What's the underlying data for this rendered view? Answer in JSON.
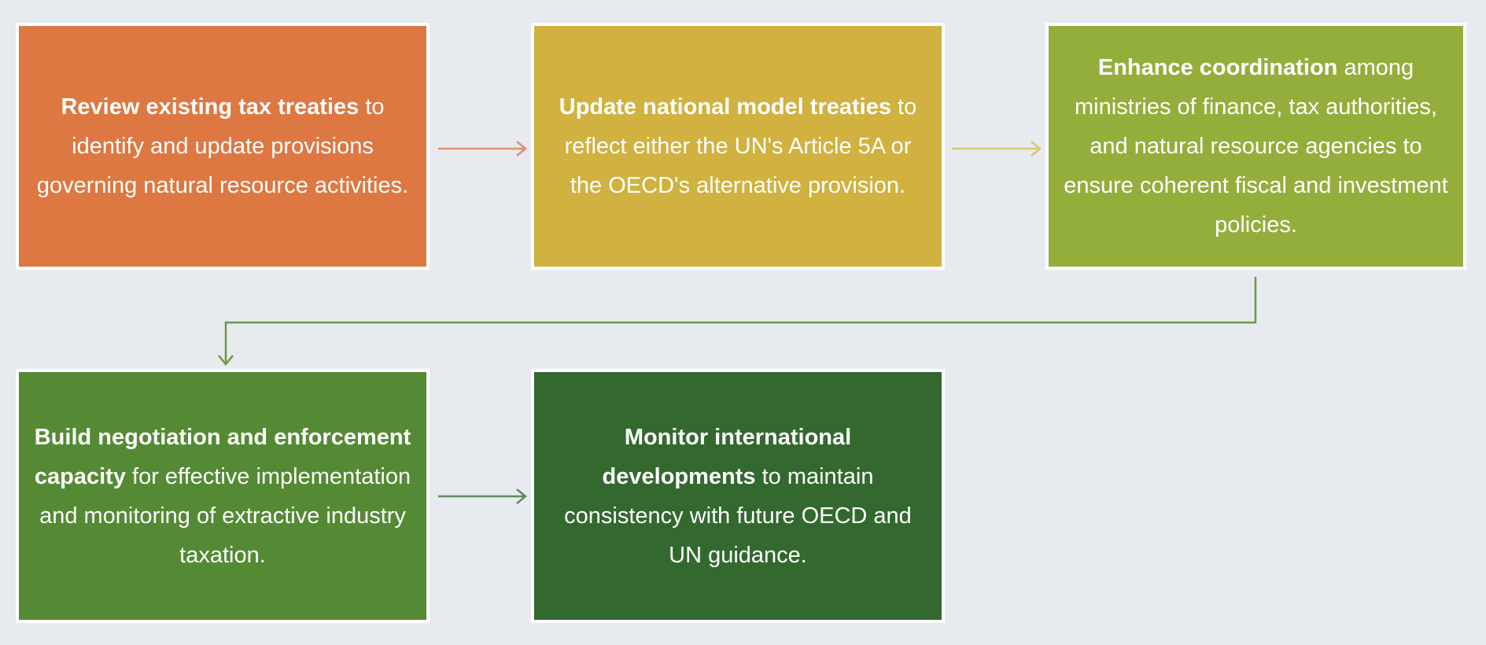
{
  "colors": {
    "background": "#e7eaee",
    "step1": "#dd7842",
    "step2": "#d1b13f",
    "step3": "#94ae3c",
    "step4": "#548a34",
    "step5": "#33692f"
  },
  "steps": [
    {
      "bold": "Review existing tax treaties",
      "rest": " to identify and update provisions governing natural resource activities."
    },
    {
      "bold": "Update national model treaties",
      "rest": " to reflect either the UN's Article 5A or the OECD's alternative provision."
    },
    {
      "bold": "Enhance coordination",
      "rest": " among ministries of finance, tax authorities, and natural resource agencies to ensure coherent fiscal and investment policies."
    },
    {
      "bold": "Build negotiation and enforcement capacity",
      "rest": " for effective implementation and monitoring of extractive industry taxation."
    },
    {
      "bold": "Monitor international developments",
      "rest": " to maintain consistency with future OECD and UN guidance."
    }
  ]
}
